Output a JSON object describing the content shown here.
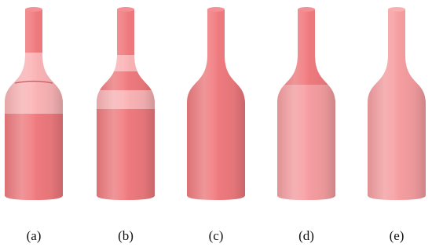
{
  "colors": {
    "dark": "#f27c80",
    "light": "#fdb6b8",
    "mid": "#f9a0a3",
    "seam": "#c65a60",
    "caption": "#111111"
  },
  "bottles": [
    {
      "label": "(a)",
      "fill": "light",
      "top_cap": "dark",
      "neck_band": "dark",
      "shoulder_band": "light",
      "lower_body": "dark",
      "seam_line": true,
      "stripe": false
    },
    {
      "label": "(b)",
      "fill": "light",
      "top_cap": "dark",
      "neck_band": "dark",
      "shoulder_band": "dark",
      "lower_body": "dark",
      "seam_line": false,
      "stripe": true
    },
    {
      "label": "(c)",
      "fill": "dark",
      "top_cap": "dark",
      "neck_band": "dark",
      "shoulder_band": "dark",
      "lower_body": "dark",
      "seam_line": false,
      "stripe": false
    },
    {
      "label": "(d)",
      "fill": "mid",
      "top_cap": "dark",
      "neck_band": "dark",
      "shoulder_band": "dark",
      "lower_body": "mid",
      "seam_line": false,
      "stripe": false
    },
    {
      "label": "(e)",
      "fill": "mid",
      "top_cap": "mid",
      "neck_band": "mid",
      "shoulder_band": "mid",
      "lower_body": "mid",
      "seam_line": false,
      "stripe": false
    }
  ]
}
